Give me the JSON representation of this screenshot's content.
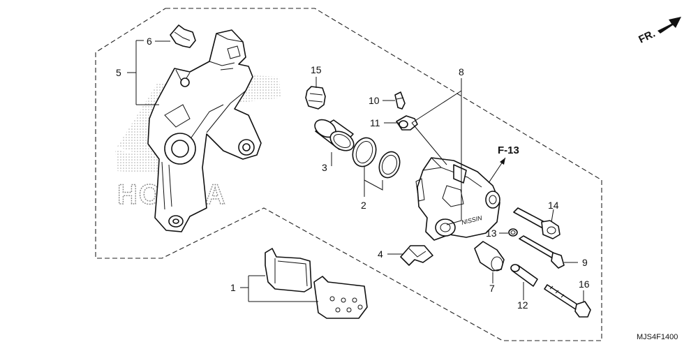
{
  "callouts": {
    "c1": "1",
    "c2": "2",
    "c3": "3",
    "c4": "4",
    "c5": "5",
    "c6": "6",
    "c7": "7",
    "c8": "8",
    "c9": "9",
    "c10": "10",
    "c11": "11",
    "c12": "12",
    "c13": "13",
    "c14": "14",
    "c15": "15",
    "c16": "16"
  },
  "reference": "F-13",
  "direction_label": "FR.",
  "watermark": "HONDA",
  "diagram_code": "MJS4F1400",
  "colors": {
    "line": "#111111",
    "watermark": "#9a9a9a",
    "background": "#ffffff"
  }
}
